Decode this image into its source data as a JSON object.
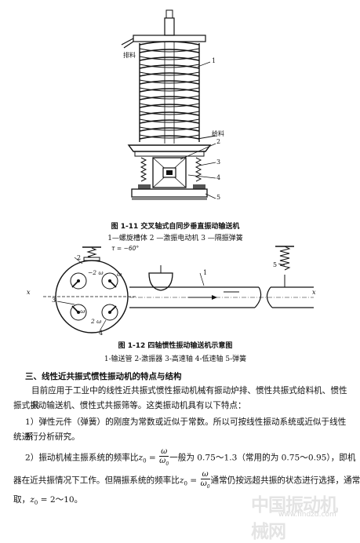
{
  "figure1": {
    "label_paihuo": "排料",
    "label_geiliao": "给料",
    "callouts": [
      "1",
      "2",
      "3",
      "4",
      "5"
    ],
    "caption_title": "图 1-11  交叉轴式自同步垂直振动输送机",
    "caption_legend": "1—螺旋槽体  2 —激振电动机   3 —隔振弹簧"
  },
  "figure2": {
    "angle_label": "τ = −60°",
    "omega_top": "−2 ω",
    "omega_mid": "−ω",
    "omega_bottom": "2 ω",
    "omega_right": "ω",
    "x_left": "x",
    "x_right": "x",
    "callouts": [
      "1",
      "2",
      "3",
      "4",
      "5"
    ],
    "caption_title": "图 1-12  四轴惯性振动输送机示意图",
    "caption_legend": "1-输送管  2-激振器  3-高速轴  4-低速轴  5-弹簧"
  },
  "section": {
    "heading": "三、线性近共振式惯性振动机的特点与结构",
    "p1_line1": "目前应用于工业中的线性近共振式惯性振动机械有振动炉排、惯性共振式给料机、惯性共",
    "p1_line2": "振式振动输送机、惯性式共振筛等。这类振动机具有以下特点：",
    "p2_line1": "1）弹性元件（弹簧）的刚度为常数或近似于常数。所以可按线性振动系统或近似于线性系",
    "p2_line2": "统进行分析研究。",
    "p3_a": "2）振动机械主振系统的频率比",
    "z0": "z",
    "sub0": "0",
    "eq": " = ",
    "omega": "ω",
    "omega0": "ω",
    "p3_b": "一般为 0.75～1.3（常用的为 0.75～0.95），即机",
    "p4_a": "器在近共振情况下工作。但隔振系统的频率比",
    "p4_b": "通常仍按远超共振的状态进行选择，通常",
    "p5_a": "取，",
    "p5_b": " = 2～10。"
  },
  "watermark": {
    "cn": "中国振动机械网",
    "url": "www.findzd.com"
  }
}
